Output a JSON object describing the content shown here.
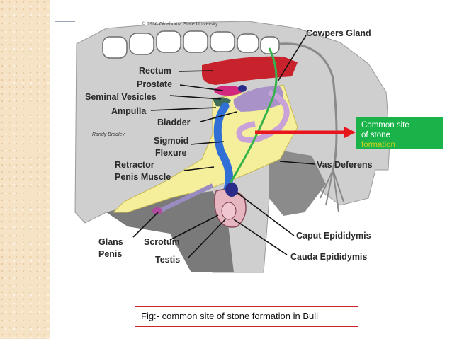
{
  "copyright": "© 1996 Oklahoma State University",
  "watermark": "Randy Bradley",
  "labels": {
    "cowpers_gland": "Cowpers Gland",
    "rectum": "Rectum",
    "prostate": "Prostate",
    "seminal_vesicles": "Seminal Vesicles",
    "ampulla": "Ampulla",
    "bladder": "Bladder",
    "sigmoid_1": "Sigmoid",
    "sigmoid_2": "Flexure",
    "retractor_1": "Retractor",
    "retractor_2": "Penis Muscle",
    "vas_deferens": "Vas Deferens",
    "glans_1": "Glans",
    "glans_2": "Penis",
    "scrotum": "Scrotum",
    "testis": "Testis",
    "caput": "Caput Epididymis",
    "cauda": "Cauda Epididymis"
  },
  "callout": {
    "line1": "Common site",
    "line2": "of stone",
    "line3": "formation"
  },
  "caption": "Fig:- common site of stone formation in Bull",
  "colors": {
    "callout_bg": "#19b34a",
    "arrow": "#e8161c",
    "caption_border": "#c9262c",
    "body_gray": "#7a7a7a",
    "yellow": "#f5ef9c",
    "rectum": "#c8232d",
    "bladder": "#a892c8",
    "urethra": "#2f6fd6",
    "vas": "#35b24a",
    "scrotum": "#e5b6c0"
  }
}
